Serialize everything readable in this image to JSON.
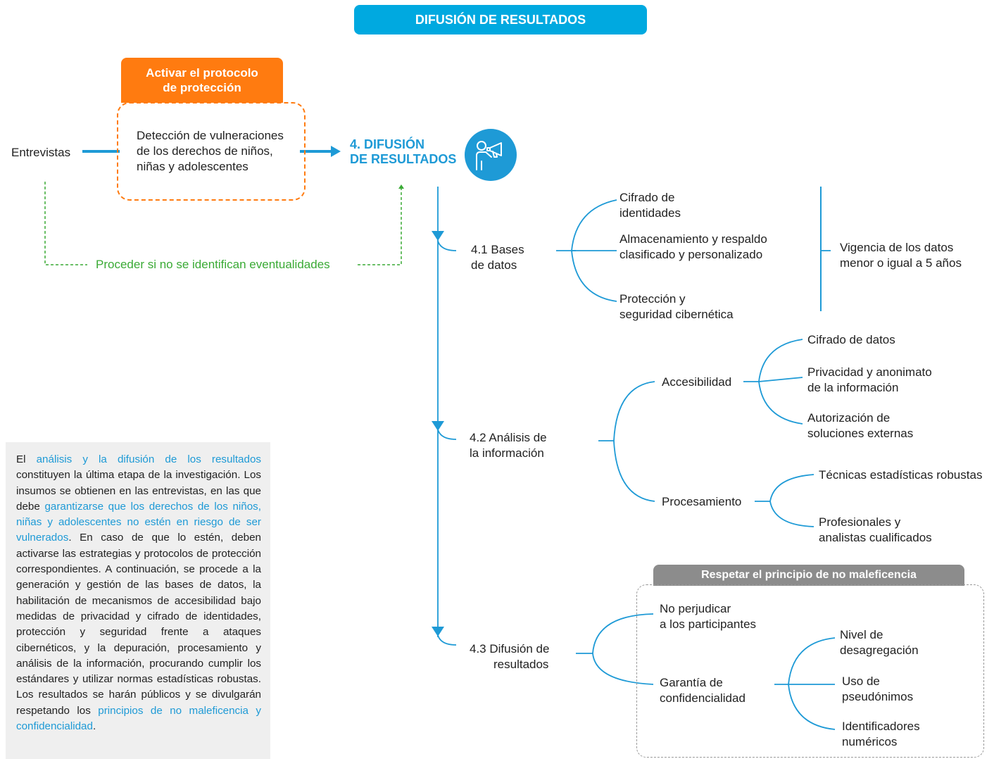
{
  "header": {
    "title": "DIFUSIÓN DE RESULTADOS"
  },
  "protocol": {
    "title_line1": "Activar el protocolo",
    "title_line2": "de protección",
    "body": [
      "Detección de vulneraciones",
      "de los derechos de niños,",
      "niñas y adolescentes"
    ]
  },
  "flow": {
    "start": "Entrevistas",
    "step_line1": "4. DIFUSIÓN",
    "step_line2": "DE RESULTADOS",
    "icon": "megaphone-person-icon",
    "proceed": "Proceder si no se identifican eventualidades"
  },
  "branches": {
    "b41": {
      "label": [
        "4.1  Bases",
        "de datos"
      ],
      "leaves": [
        [
          "Cifrado de",
          "identidades"
        ],
        [
          "Almacenamiento y respaldo",
          "clasificado y personalizado"
        ],
        [
          "Protección y",
          "seguridad cibernética"
        ]
      ],
      "note": [
        "Vigencia de los datos",
        "menor o igual a 5 años"
      ]
    },
    "b42": {
      "label": [
        "4.2  Análisis de",
        "la información"
      ],
      "accesibilidad": "Accesibilidad",
      "acc_leaves": [
        [
          "Cifrado de datos"
        ],
        [
          "Privacidad y anonimato",
          "de la información"
        ],
        [
          "Autorización de",
          "soluciones externas"
        ]
      ],
      "procesamiento": "Procesamiento",
      "proc_leaves": [
        [
          "Técnicas estadísticas robustas"
        ],
        [
          "Profesionales y",
          "analistas cualificados"
        ]
      ]
    },
    "b43": {
      "label": [
        "4.3  Difusión de",
        "resultados"
      ],
      "group_title": "Respetar el principio de no maleficencia",
      "perjudicar": [
        "No perjudicar",
        "a los participantes"
      ],
      "garantia": [
        "Garantía de",
        "confidencialidad"
      ],
      "gar_leaves": [
        [
          "Nivel de",
          "desagregación"
        ],
        [
          "Uso de",
          "pseudónimos"
        ],
        [
          "Identificadores",
          "numéricos"
        ]
      ]
    }
  },
  "note": {
    "p1": "El ",
    "h1": "análisis y la difusión de los resultados",
    "p2": " constituyen la última etapa de la investigación. Los insumos se obtienen en las entrevistas, en las que debe ",
    "h2": "garantizarse que los derechos de los niños, niñas y adolescentes no estén en riesgo de ser vulnerados",
    "p3": ". En caso de que lo estén, deben activarse las estrategias y protocolos de protección correspondientes. A continuación, se procede a la generación y gestión de las bases de datos, la habilitación de mecanismos de accesibilidad bajo medidas de privacidad y cifrado de identidades, protección y seguridad frente a ataques cibernéticos, y la depuración, procesamiento y análisis de la información, procurando cumplir los estándares y utilizar normas estadísticas robustas. Los resultados se harán públicos y se divulgarán respetando los ",
    "h3": "principios de no maleficencia y confidencialidad",
    "p4": "."
  },
  "colors": {
    "blue": "#1e9ad6",
    "cyan": "#00a9e0",
    "orange": "#ff7b10",
    "green": "#3aaa35",
    "gray": "#8c8c8c"
  }
}
